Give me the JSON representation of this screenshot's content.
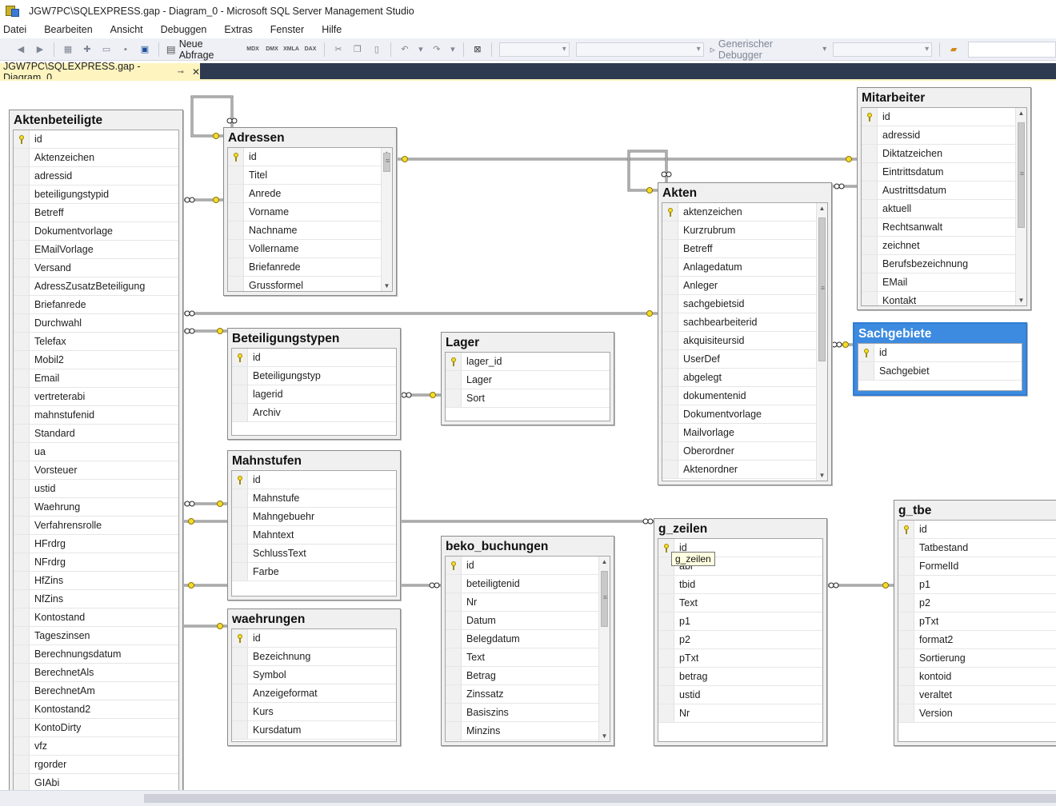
{
  "window": {
    "title": "JGW7PC\\SQLEXPRESS.gap - Diagram_0 - Microsoft SQL Server Management Studio"
  },
  "menu": [
    "Datei",
    "Bearbeiten",
    "Ansicht",
    "Debuggen",
    "Extras",
    "Fenster",
    "Hilfe"
  ],
  "toolbar": {
    "new_query_label": "Neue Abfrage",
    "mini_labels": [
      "MDX",
      "DMX",
      "XMLA",
      "DAX"
    ],
    "debugger_label": "Generischer Debugger"
  },
  "tab": {
    "label": "JGW7PC\\SQLEXPRESS.gap - Diagram_0",
    "pin": "⊸",
    "close": "✕"
  },
  "tooltip": "g_zeilen",
  "tables": [
    {
      "id": "aktenbeteiligte",
      "title": "Aktenbeteiligte",
      "pk": "id",
      "columns": [
        "id",
        "Aktenzeichen",
        "adressid",
        "beteiligungstypid",
        "Betreff",
        "Dokumentvorlage",
        "EMailVorlage",
        "Versand",
        "AdressZusatzBeteiligung",
        "Briefanrede",
        "Durchwahl",
        "Telefax",
        "Mobil2",
        "Email",
        "vertreterabi",
        "mahnstufenid",
        "Standard",
        "ua",
        "Vorsteuer",
        "ustid",
        "Waehrung",
        "Verfahrensrolle",
        "HFrdrg",
        "NFrdrg",
        "HfZins",
        "NfZins",
        "Kontostand",
        "Tageszinsen",
        "Berechnungsdatum",
        "BerechnetAls",
        "BerechnetAm",
        "Kontostand2",
        "KontoDirty",
        "vfz",
        "rgorder",
        "GIAbi"
      ]
    },
    {
      "id": "adressen",
      "title": "Adressen",
      "pk": "id",
      "columns": [
        "id",
        "Titel",
        "Anrede",
        "Vorname",
        "Nachname",
        "Vollername",
        "Briefanrede",
        "Grussformel"
      ]
    },
    {
      "id": "beteiligungstypen",
      "title": "Beteiligungstypen",
      "pk": "id",
      "columns": [
        "id",
        "Beteiligungstyp",
        "lagerid",
        "Archiv"
      ]
    },
    {
      "id": "lager",
      "title": "Lager",
      "pk": "lager_id",
      "columns": [
        "lager_id",
        "Lager",
        "Sort"
      ]
    },
    {
      "id": "mahnstufen",
      "title": "Mahnstufen",
      "pk": "id",
      "columns": [
        "id",
        "Mahnstufe",
        "Mahngebuehr",
        "Mahntext",
        "SchlussText",
        "Farbe"
      ]
    },
    {
      "id": "waehrungen",
      "title": "waehrungen",
      "pk": "id",
      "columns": [
        "id",
        "Bezeichnung",
        "Symbol",
        "Anzeigeformat",
        "Kurs",
        "Kursdatum"
      ]
    },
    {
      "id": "beko_buchungen",
      "title": "beko_buchungen",
      "pk": "id",
      "columns": [
        "id",
        "beteiligtenid",
        "Nr",
        "Datum",
        "Belegdatum",
        "Text",
        "Betrag",
        "Zinssatz",
        "Basiszins",
        "Minzins"
      ]
    },
    {
      "id": "akten",
      "title": "Akten",
      "pk": "aktenzeichen",
      "columns": [
        "aktenzeichen",
        "Kurzrubrum",
        "Betreff",
        "Anlagedatum",
        "Anleger",
        "sachgebietsid",
        "sachbearbeiterid",
        "akquisiteursid",
        "UserDef",
        "abgelegt",
        "dokumentenid",
        "Dokumentvorlage",
        "Mailvorlage",
        "Oberordner",
        "Aktenordner"
      ]
    },
    {
      "id": "mitarbeiter",
      "title": "Mitarbeiter",
      "pk": "id",
      "columns": [
        "id",
        "adressid",
        "Diktatzeichen",
        "Eintrittsdatum",
        "Austrittsdatum",
        "aktuell",
        "Rechtsanwalt",
        "zeichnet",
        "Berufsbezeichnung",
        "EMail",
        "Kontakt"
      ]
    },
    {
      "id": "sachgebiete",
      "title": "Sachgebiete",
      "pk": "id",
      "columns": [
        "id",
        "Sachgebiet"
      ]
    },
    {
      "id": "g_zeilen",
      "title": "g_zeilen",
      "pk": "id",
      "columns": [
        "id",
        "abr",
        "tbid",
        "Text",
        "p1",
        "p2",
        "pTxt",
        "betrag",
        "ustid",
        "Nr"
      ]
    },
    {
      "id": "g_tbe",
      "title": "g_tbe",
      "pk": "id",
      "columns": [
        "id",
        "Tatbestand",
        "FormelId",
        "p1",
        "p2",
        "pTxt",
        "format2",
        "Sortierung",
        "kontoid",
        "veraltet",
        "Version"
      ]
    }
  ]
}
